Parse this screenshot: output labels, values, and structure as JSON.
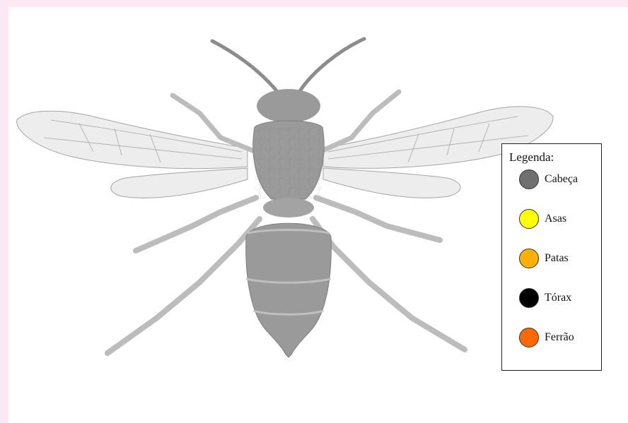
{
  "legend": {
    "title": "Legenda:",
    "items": [
      {
        "label": "Cabeça",
        "color": "#707070"
      },
      {
        "label": "Asas",
        "color": "#ffff00"
      },
      {
        "label": "Patas",
        "color": "#ffb000"
      },
      {
        "label": "Tórax",
        "color": "#000000"
      },
      {
        "label": "Ferrão",
        "color": "#ff6a00"
      }
    ]
  },
  "illustration": {
    "body_color": "#9a9a9a",
    "wing_color": "#ececec"
  }
}
